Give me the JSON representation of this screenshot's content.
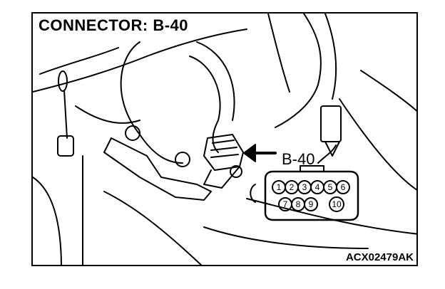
{
  "title": "CONNECTOR: B-40",
  "callout_label": "B-40",
  "figure_code": "ACX02479AK",
  "connector_pins": {
    "top_row": [
      "1",
      "2",
      "3",
      "4",
      "5",
      "6"
    ],
    "bottom_row": [
      "7",
      "8",
      "9",
      "10"
    ]
  },
  "colors": {
    "line": "#000000",
    "background": "#ffffff"
  }
}
